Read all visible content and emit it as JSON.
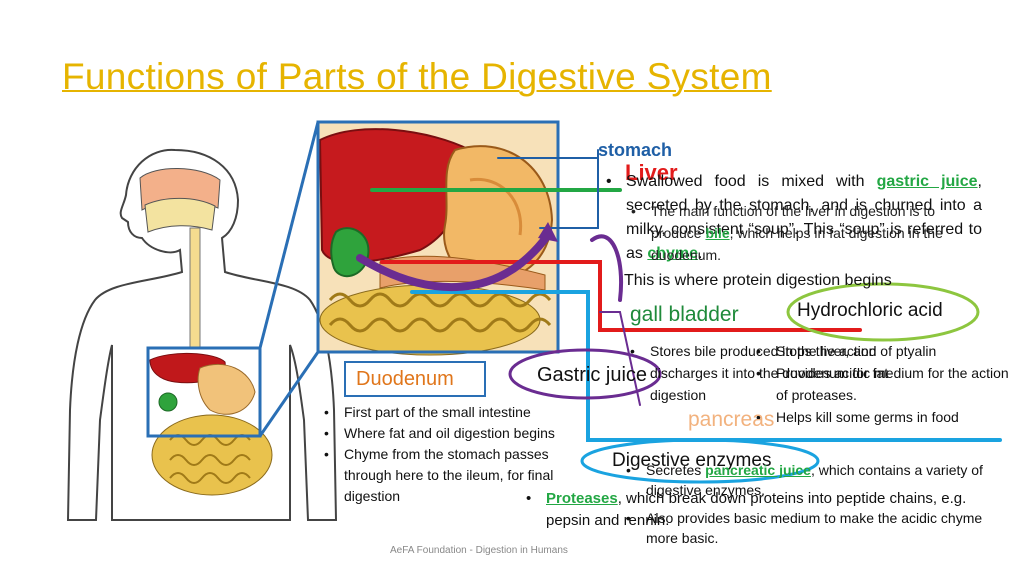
{
  "slide": {
    "title": "Functions of Parts of the Digestive System",
    "footer": "AeFA Foundation - Digestion in Humans"
  },
  "stomach": {
    "heading": "stomach",
    "pre": "Swallowed food is mixed with ",
    "gastric_term": "gastric juice",
    "post": ", secreted by the stomach, and is churned into a milky, consistent “soup”. This “soup” is referred to as ",
    "chyme_term": "chyme",
    "end": ".",
    "protein_line": "This is where protein digestion begins"
  },
  "liver": {
    "heading": "Liver",
    "pre": "The main function of the liver in digestion is to produce ",
    "bile_term": "bile",
    "post": ", which helps in fat digestion in the duodenum."
  },
  "gall_bladder": {
    "heading": "gall bladder",
    "text": "Stores bile produced in the liver, and discharges it into the duodenum for fat digestion"
  },
  "hydrochloric_acid": {
    "label": "Hydrochloric acid",
    "items": [
      "Stops the action of ptyalin",
      "Provides acidic medium for the action of proteases.",
      "Helps kill some germs in food"
    ]
  },
  "gastric_juice": {
    "label": "Gastric juice"
  },
  "pancreas": {
    "heading": "pancreas",
    "pre": "Secretes ",
    "juice_term": "pancreatic juice",
    "post": ", which contains a variety of digestive enzymes.",
    "item2": "Also provides basic medium to make the acidic chyme more basic."
  },
  "digestive_enzymes": {
    "label": "Digestive enzymes",
    "proteases_term": "Proteases",
    "post": ", which break down proteins into peptide chains, e.g. pepsin and rennin."
  },
  "duodenum": {
    "label": "Duodenum",
    "items": [
      "First part of the small intestine",
      "Where fat and oil digestion begins",
      "Chyme from the stomach passes through here to the ileum, for final digestion"
    ]
  },
  "colors": {
    "title": "#e6b400",
    "liver_red": "#e21b1b",
    "stomach_blue": "#1f5fa6",
    "cyan": "#1aa3e0",
    "green": "#23a744",
    "purple": "#6a2c91",
    "lime": "#8dc63f",
    "orange": "#e0761b"
  }
}
